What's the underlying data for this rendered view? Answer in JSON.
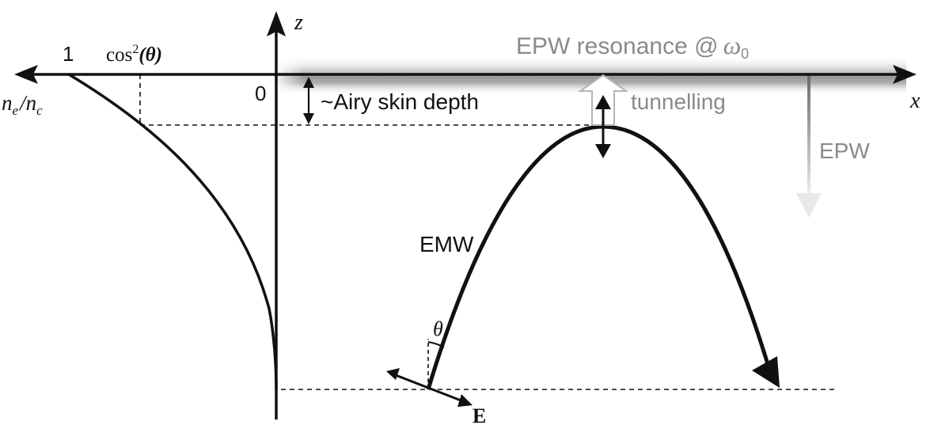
{
  "axes": {
    "z_label": "z",
    "x_label": "x",
    "origin_label": "0",
    "density_label_n": "n",
    "density_label_e": "e",
    "density_label_slash": "/",
    "density_label_nc": "n",
    "density_label_c": "c",
    "tick_one": "1",
    "tick_cos_text": "cos",
    "tick_cos_sup": "2",
    "tick_cos_theta": "(θ)"
  },
  "annotations": {
    "resonance_text": "EPW resonance @",
    "resonance_omega": "ω",
    "resonance_sub": "0",
    "skin_depth": "~Airy skin depth",
    "tunnelling": "tunnelling",
    "epw": "EPW",
    "emw": "EMW",
    "theta": "θ",
    "efield": "E"
  },
  "colors": {
    "ink": "#111111",
    "gray_text": "#8a8a8a",
    "epw_arrow": "#6f6f6f"
  }
}
